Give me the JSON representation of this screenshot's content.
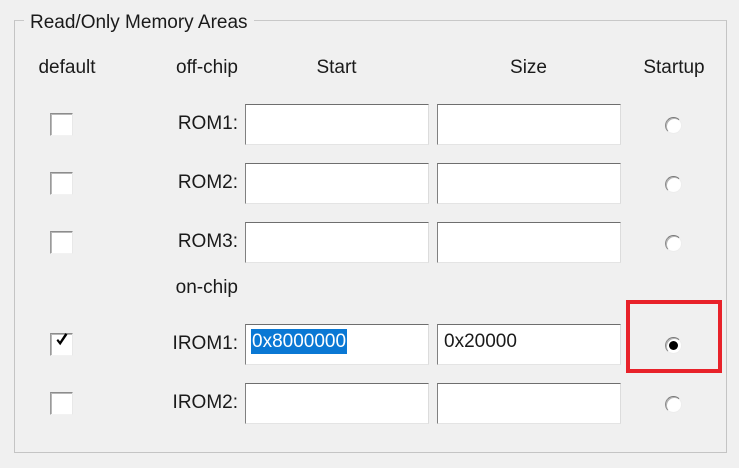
{
  "groupbox": {
    "title": "Read/Only Memory Areas"
  },
  "headers": {
    "default": "default",
    "offchip": "off-chip",
    "start": "Start",
    "size": "Size",
    "startup": "Startup"
  },
  "onchip_label": "on-chip",
  "rows": [
    {
      "label": "ROM1:",
      "checked": false,
      "start": "",
      "start_selected": false,
      "size": "",
      "startup": false
    },
    {
      "label": "ROM2:",
      "checked": false,
      "start": "",
      "start_selected": false,
      "size": "",
      "startup": false
    },
    {
      "label": "ROM3:",
      "checked": false,
      "start": "",
      "start_selected": false,
      "size": "",
      "startup": false
    },
    {
      "label": "IROM1:",
      "checked": true,
      "start": "0x8000000",
      "start_selected": true,
      "size": "0x20000",
      "startup": true
    },
    {
      "label": "IROM2:",
      "checked": false,
      "start": "",
      "start_selected": false,
      "size": "",
      "startup": false
    }
  ],
  "row_tops": [
    100,
    159,
    218,
    320,
    379
  ],
  "colors": {
    "selection_blue": "#0a78d4",
    "highlight_red": "#e8222a",
    "dialog_bg": "#f0f0f0",
    "text": "#1a1a1a"
  },
  "annotation": {
    "highlight_target": "startup-radio-irom1"
  }
}
